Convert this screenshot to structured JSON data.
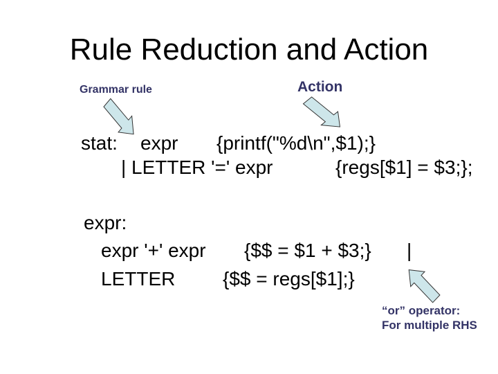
{
  "slide": {
    "title": "Rule Reduction and Action",
    "background": "#ffffff"
  },
  "labels": {
    "grammar_rule": "Grammar rule",
    "action": "Action",
    "or_note_line1": "“or” operator:",
    "or_note_line2": "For multiple RHS"
  },
  "code": {
    "stat_rule": {
      "lhs": "stat:",
      "rhs1": "expr",
      "action1": "{printf(\"%d\\n\",$1);}",
      "alt": "| LETTER '=' expr",
      "action2": "{regs[$1] = $3;};"
    },
    "expr_rule": {
      "lhs": "expr:",
      "rhs1": "expr '+' expr",
      "action1": "{$$ = $1 + $3;}",
      "or_pipe": "|",
      "rhs2": "LETTER",
      "action2": "{$$ = regs[$1];}"
    }
  },
  "icons": {
    "grammar_arrow": "block-arrow-down-right",
    "action_arrow": "block-arrow-down-right",
    "or_arrow": "block-arrow-up-left"
  },
  "colors": {
    "label_navy": "#333366",
    "arrow_fill": "#cde6ea",
    "arrow_stroke": "#333333",
    "text": "#000000"
  }
}
